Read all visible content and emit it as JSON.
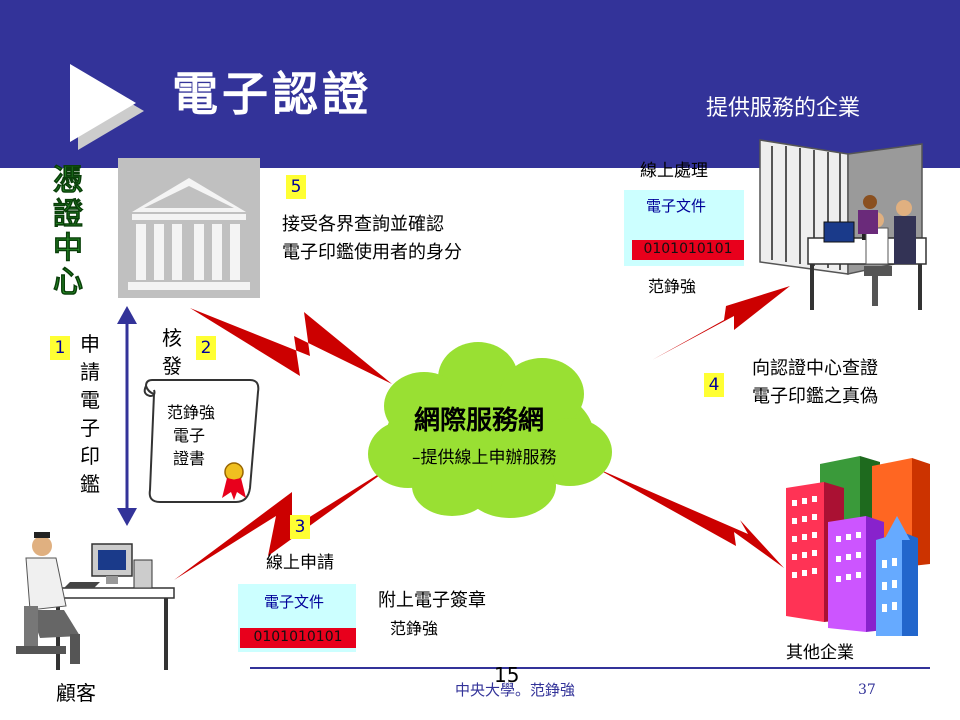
{
  "slide": {
    "title": "電子認證",
    "subtitle": "提供服務的企業",
    "footer_center": "中央大學。范錚強",
    "footer_page": "37",
    "slide_number": "15"
  },
  "authority": {
    "label_chars": [
      "憑",
      "證",
      "中",
      "心"
    ],
    "step5_badge": "5",
    "step5_lines": [
      "接受各界查詢並確認",
      "電子印鑑使用者的身分"
    ]
  },
  "apply": {
    "badge": "1",
    "label_chars": [
      "申",
      "請",
      "電",
      "子",
      "印",
      "鑑"
    ]
  },
  "issue": {
    "badge": "2",
    "label_chars": [
      "核",
      "發"
    ],
    "certificate_lines": [
      "范錚強",
      "電子",
      "證書"
    ]
  },
  "cloud": {
    "main": "網際服務網",
    "sub": "–提供線上申辦服務"
  },
  "online_processing": {
    "label": "線上處理",
    "doc_title": "電子文件",
    "binary": "0101010101",
    "signer": "范錚強"
  },
  "verify": {
    "badge": "4",
    "lines": [
      "向認證中心查證",
      "電子印鑑之真偽"
    ]
  },
  "online_apply": {
    "badge": "3",
    "label": "線上申請",
    "doc_title": "電子文件",
    "binary": "0101010101",
    "signature_label": "附上電子簽章",
    "signer": "范錚強"
  },
  "customer": {
    "label": "顧客"
  },
  "other_business": {
    "label": "其他企業"
  },
  "colors": {
    "header": "#333399",
    "vertical_title": "#2ea02e",
    "badge": "#ffff33",
    "doc_bg": "#ccffff",
    "binary_bg": "#e8001c",
    "cloud": "#99e033",
    "bolt": "#cc0000",
    "arrow": "#333399"
  }
}
